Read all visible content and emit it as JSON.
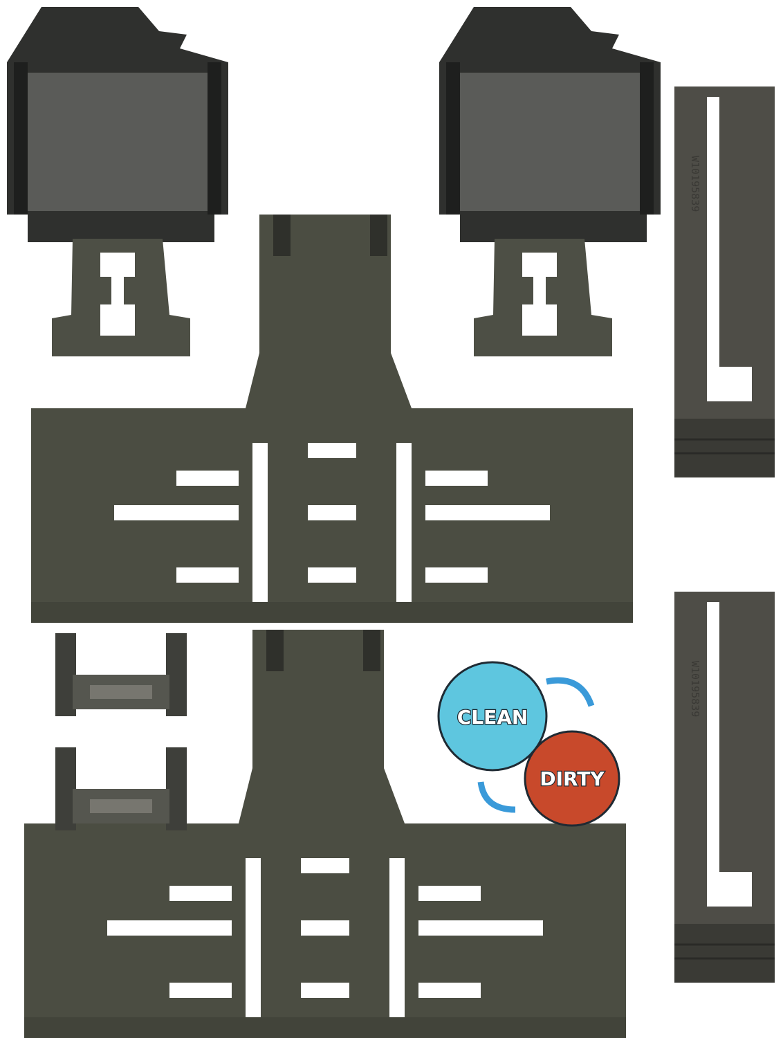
{
  "product": {
    "part_number": "W10195839",
    "badges": {
      "clean": "CLEAN",
      "dirty": "DIRTY"
    },
    "colors": {
      "part_green": "#4b4d42",
      "part_dark": "#2d2e2c",
      "clean_badge": "#5ec6df",
      "dirty_badge": "#c8492b",
      "arrow": "#3a9ad9"
    }
  }
}
